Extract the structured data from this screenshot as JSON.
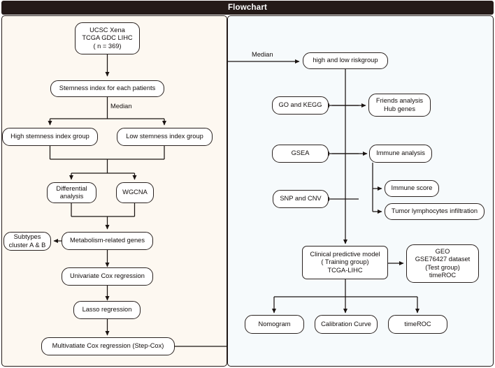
{
  "titlebar": {
    "title": "Flowchart"
  },
  "panels": {
    "left": {
      "name": "left-panel",
      "bg": "#fdf8f1"
    },
    "right": {
      "name": "right-panel",
      "bg": "#f6fafc"
    }
  },
  "colors": {
    "title_bar_bg": "#241a18",
    "title_bar_text": "#ffffff",
    "node_border": "#2a2220",
    "node_fill": "#ffffff",
    "connector": "#1b1412",
    "left_panel_bg": "#fdf8f1",
    "right_panel_bg": "#f6fafc"
  },
  "left_panel": {
    "nodes": [
      {
        "id": "ucsc-xena",
        "label": "UCSC Xena\nTCGA GDC LIHC\n( n = 369)"
      },
      {
        "id": "stemness-index",
        "label": "Stemness index for each patients"
      },
      {
        "id": "high-stemness",
        "label": "High stemness index group"
      },
      {
        "id": "low-stemness",
        "label": "Low stemness index group"
      },
      {
        "id": "differential-analysis",
        "label": "Differential\nanalysis"
      },
      {
        "id": "wgcna",
        "label": "WGCNA"
      },
      {
        "id": "subtypes-cluster",
        "label": "Subtypes\ncluster A & B"
      },
      {
        "id": "metabolism-genes",
        "label": "Metabolism-related genes"
      },
      {
        "id": "univariate-cox",
        "label": "Univariate Cox regression"
      },
      {
        "id": "lasso-regression",
        "label": "Lasso regression"
      },
      {
        "id": "multivariate-cox",
        "label": "Multivatiate Cox regression (Step-Cox)"
      }
    ],
    "edge_labels": [
      {
        "id": "median-left",
        "text": "Median"
      }
    ]
  },
  "right_panel": {
    "nodes": [
      {
        "id": "riskgroup",
        "label": "high and low riskgroup"
      },
      {
        "id": "go-kegg",
        "label": "GO and KEGG"
      },
      {
        "id": "friends-analysis",
        "label": "Friends analysis\nHub genes"
      },
      {
        "id": "gsea",
        "label": "GSEA"
      },
      {
        "id": "immune-analysis",
        "label": "Immune analysis"
      },
      {
        "id": "immune-score",
        "label": "Immune score"
      },
      {
        "id": "tumor-lymphocytes",
        "label": "Tumor lymphocytes infiltration"
      },
      {
        "id": "snp-cnv",
        "label": "SNP and CNV"
      },
      {
        "id": "clinical-model",
        "label": "Clinical predictive model\n( Training group)\nTCGA-LIHC"
      },
      {
        "id": "geo-dataset",
        "label": "GEO\nGSE76427 dataset\n(Test group)\ntimeROC"
      },
      {
        "id": "nomogram",
        "label": "Nomogram"
      },
      {
        "id": "calibration-curve",
        "label": "Calibration Curve"
      },
      {
        "id": "timeroc",
        "label": "timeROC"
      }
    ],
    "edge_labels": [
      {
        "id": "median-right",
        "text": "Median"
      }
    ]
  }
}
